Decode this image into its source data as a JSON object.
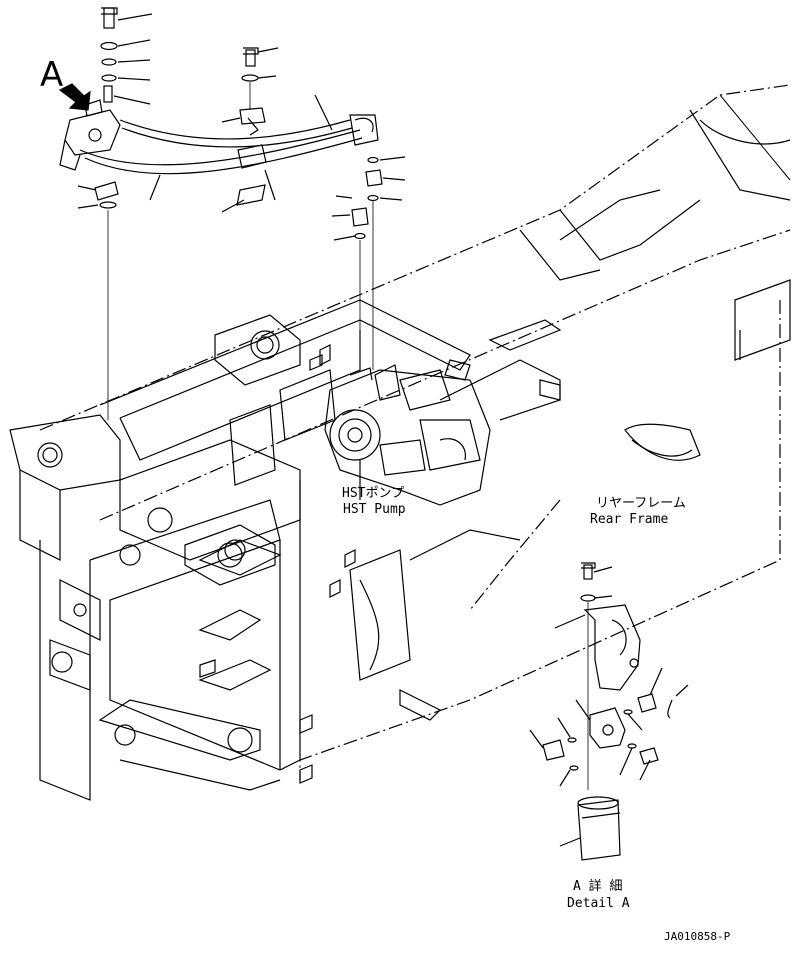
{
  "view_marker": "A",
  "labels": {
    "hst_pump_jp": "HSTポンプ",
    "hst_pump_en": "HST Pump",
    "rear_frame_jp": "リヤーフレーム",
    "rear_frame_en": "Rear Frame",
    "detail_jp": "A 詳 細",
    "detail_en": "Detail A"
  },
  "drawing_code": "JA010858-P",
  "colors": {
    "line": "#000000",
    "background": "#ffffff"
  }
}
